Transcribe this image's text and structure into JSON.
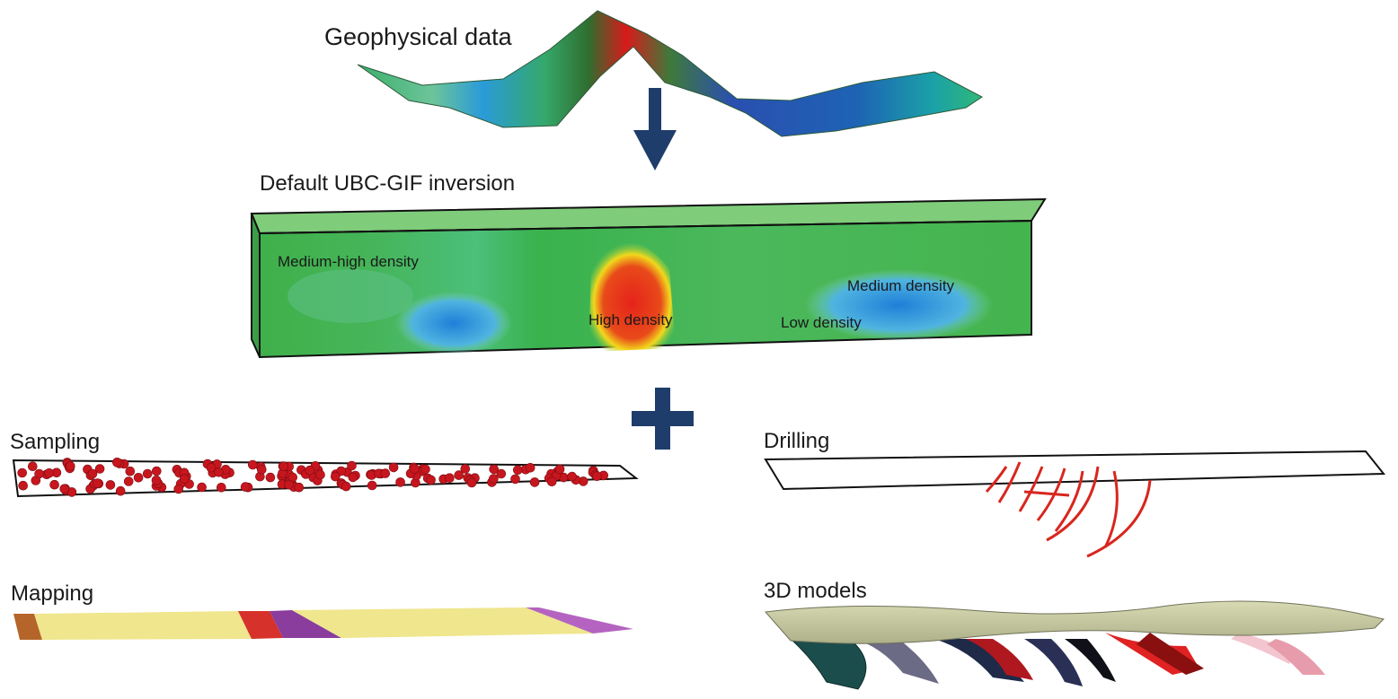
{
  "title": "Geophysical data",
  "inversion": {
    "title": "Default UBC-GIF inversion",
    "labels": {
      "medium_high": "Medium-high density",
      "high": "High density",
      "low": "Low density",
      "medium": "Medium density"
    }
  },
  "panels": {
    "sampling": "Sampling",
    "drilling": "Drilling",
    "mapping": "Mapping",
    "models": "3D models"
  },
  "colors": {
    "arrow": "#1f3d6b",
    "plus": "#1f3d6b",
    "sample_points": "#c8161e",
    "drill_traces": "#d8261e",
    "map_yellow": "#efe68e",
    "map_purple": "#8a3d9c",
    "map_red": "#d6312a",
    "map_brown": "#b5652a",
    "surface_top": "#c9cba2"
  }
}
